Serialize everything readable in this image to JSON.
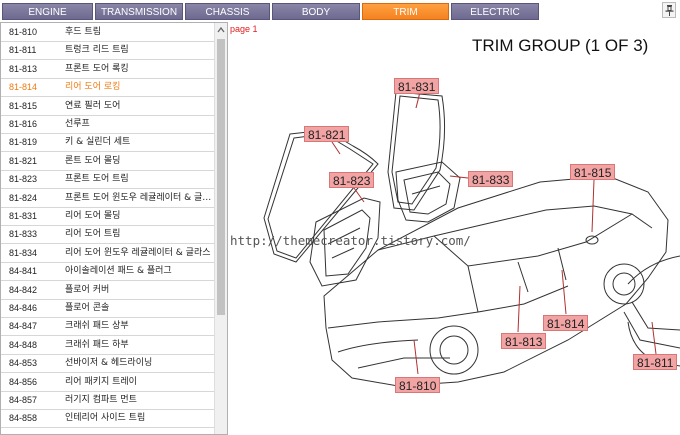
{
  "tabs": [
    {
      "label": "ENGINE",
      "active": false
    },
    {
      "label": "TRANSMISSION",
      "active": false
    },
    {
      "label": "CHASSIS",
      "active": false
    },
    {
      "label": "BODY",
      "active": false
    },
    {
      "label": "TRIM",
      "active": true
    },
    {
      "label": "ELECTRIC",
      "active": false
    }
  ],
  "pin_icon": "pushpin-icon",
  "parts": [
    {
      "code": "81-810",
      "name": "후드 트림"
    },
    {
      "code": "81-811",
      "name": "트렁크 리드 트림"
    },
    {
      "code": "81-813",
      "name": "프론트 도어 록킹"
    },
    {
      "code": "81-814",
      "name": "리어 도어 로킹",
      "selected": true
    },
    {
      "code": "81-815",
      "name": "연료 필러 도어"
    },
    {
      "code": "81-816",
      "name": "선루프"
    },
    {
      "code": "81-819",
      "name": "키 & 실린더 세트"
    },
    {
      "code": "81-821",
      "name": "론트 도어 몰딩"
    },
    {
      "code": "81-823",
      "name": "프론트 도어 트림"
    },
    {
      "code": "81-824",
      "name": "프론트 도어 윈도우 레귤레이터 & 글라스"
    },
    {
      "code": "81-831",
      "name": "리어 도어 몰딩"
    },
    {
      "code": "81-833",
      "name": "리어 도어 트림"
    },
    {
      "code": "81-834",
      "name": "리어 도어 윈도우 레귤레이터 & 글라스"
    },
    {
      "code": "84-841",
      "name": "아이솔레이션 패드 & 플러그"
    },
    {
      "code": "84-842",
      "name": "플로어 커버"
    },
    {
      "code": "84-846",
      "name": "플로어 콘솔"
    },
    {
      "code": "84-847",
      "name": "크래쉬 패드 상부"
    },
    {
      "code": "84-848",
      "name": "크래쉬 패드 하부"
    },
    {
      "code": "84-853",
      "name": "선바이저 & 헤드라이닝"
    },
    {
      "code": "84-856",
      "name": "리어 패키지 트레이"
    },
    {
      "code": "84-857",
      "name": "러기지 컴파트 먼트"
    },
    {
      "code": "84-858",
      "name": "인테리어 사이드 트림"
    }
  ],
  "drawing": {
    "page_label": "page 1",
    "title": "TRIM GROUP (1 OF 3)",
    "watermark": "http://themecreator.tistory.com/",
    "callouts": [
      "81-831",
      "81-821",
      "81-823",
      "81-833",
      "81-815",
      "81-814",
      "81-813",
      "81-810",
      "81-811"
    ]
  },
  "colors": {
    "tab_bg": "#7b7799",
    "tab_active": "#f58220",
    "selected_text": "#f07a10",
    "callout_bg": "#f2a3a3",
    "page_label": "#e02020"
  }
}
